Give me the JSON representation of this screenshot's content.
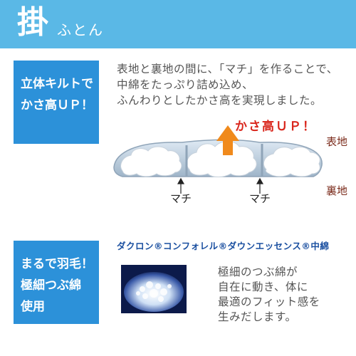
{
  "header": {
    "title_kanji": "掛",
    "title_rest": "ふとん",
    "background": "#5ab8e6"
  },
  "section1": {
    "badge_lines": [
      "立体キルトで",
      "かさ高ＵＰ！"
    ],
    "description_lines": [
      "表地と裏地の間に、「マチ」を作ることで、",
      "中綿をたっぷり詰め込め、",
      "ふんわりとしたかさ高を実現しました。"
    ],
    "diagram": {
      "up_label": "かさ高ＵＰ！",
      "top_label": "表地",
      "bottom_label": "裏地",
      "gusset_labels": [
        "マチ",
        "マチ"
      ],
      "arrow_color": "#f08a1c"
    }
  },
  "section2": {
    "badge_lines": [
      "まるで羽毛！",
      "極細つぶ綿",
      "使用"
    ],
    "product_line": "ダクロン®コンフォレル®ダウンエッセンス®中綿",
    "description_lines": [
      "極細のつぶ綿が",
      "自在に動き、体に",
      "最適のフィット感を",
      "生みだします。"
    ]
  }
}
